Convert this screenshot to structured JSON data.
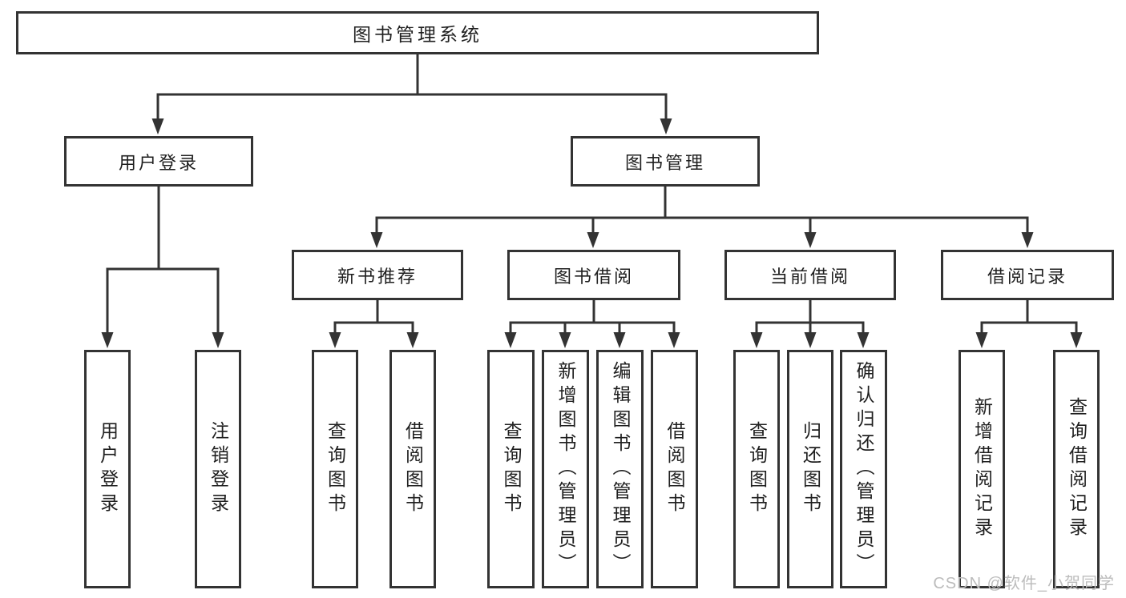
{
  "diagram": {
    "root": {
      "label": "图书管理系统"
    },
    "level2": [
      {
        "label": "用户登录"
      },
      {
        "label": "图书管理"
      }
    ],
    "level3": [
      {
        "label": "新书推荐"
      },
      {
        "label": "图书借阅"
      },
      {
        "label": "当前借阅"
      },
      {
        "label": "借阅记录"
      }
    ],
    "level4": [
      {
        "items": [
          {
            "label": "用户登录"
          },
          {
            "label": "注销登录"
          }
        ]
      },
      {
        "items": [
          {
            "label": "查询图书"
          },
          {
            "label": "借阅图书"
          }
        ]
      },
      {
        "items": [
          {
            "label": "查询图书"
          },
          {
            "label": "新增图书（管理员）"
          },
          {
            "label": "编辑图书（管理员）"
          },
          {
            "label": "借阅图书"
          }
        ]
      },
      {
        "items": [
          {
            "label": "查询图书"
          },
          {
            "label": "归还图书"
          },
          {
            "label": "确认归还（管理员）"
          }
        ]
      },
      {
        "items": [
          {
            "label": "新增借阅记录"
          },
          {
            "label": "查询借阅记录"
          }
        ]
      }
    ]
  },
  "watermark": {
    "text": "CSDN @软件_小贺同学"
  },
  "colors": {
    "line": "#333333",
    "text": "#1f1f1f",
    "watermark": "#bcbcbc",
    "background": "#ffffff"
  }
}
